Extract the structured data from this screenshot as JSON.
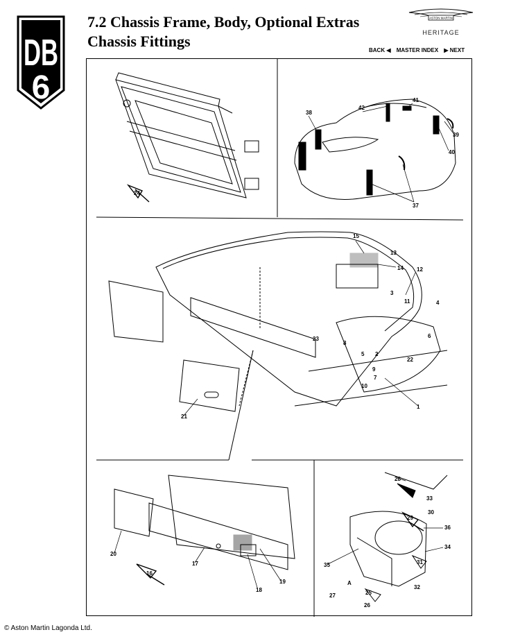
{
  "header": {
    "title_line1": "7.2 Chassis Frame, Body, Optional Extras",
    "title_line2": "Chassis Fittings",
    "logo_text_top": "DB",
    "logo_text_bottom": "6",
    "brand_badge": "ASTON MARTIN",
    "brand_sub": "HERITAGE"
  },
  "nav": {
    "back": "BACK ◀",
    "master_index": "MASTER INDEX",
    "next": "▶ NEXT"
  },
  "diagram": {
    "part_numbers": [
      "1",
      "2",
      "3",
      "4",
      "5",
      "6",
      "7",
      "8",
      "9",
      "10",
      "11",
      "12",
      "13",
      "14",
      "15",
      "16",
      "17",
      "18",
      "19",
      "20",
      "21",
      "22",
      "23",
      "24",
      "25",
      "26",
      "27",
      "28",
      "29",
      "30",
      "31",
      "32",
      "33",
      "34",
      "35",
      "36",
      "37",
      "38",
      "39",
      "40",
      "41",
      "42"
    ],
    "view_marks": [
      "A",
      "A"
    ]
  },
  "footer": {
    "copyright": "© Aston Martin Lagonda Ltd."
  },
  "colors": {
    "ink": "#000000",
    "paper": "#ffffff"
  }
}
